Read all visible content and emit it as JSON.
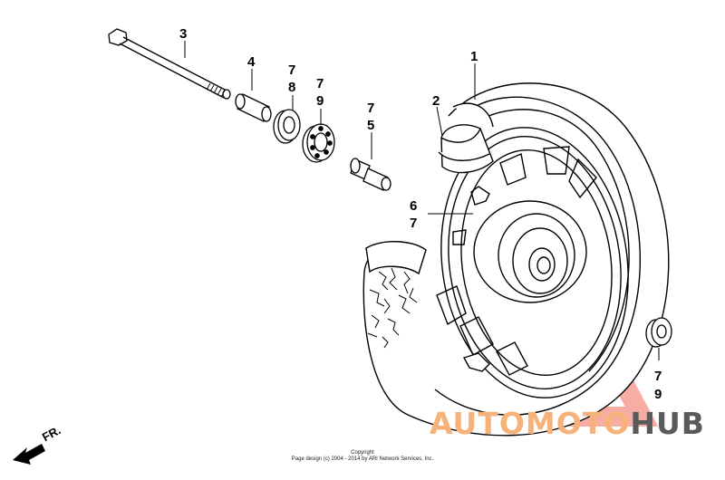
{
  "diagram": {
    "callouts": [
      {
        "id": "c1",
        "text": "1"
      },
      {
        "id": "c2",
        "text": "2"
      },
      {
        "id": "c3",
        "text": "3"
      },
      {
        "id": "c4",
        "text": "4"
      },
      {
        "id": "c5a",
        "text": "7"
      },
      {
        "id": "c5b",
        "text": "8"
      },
      {
        "id": "c6a",
        "text": "7"
      },
      {
        "id": "c6b",
        "text": "9"
      },
      {
        "id": "c7a",
        "text": "7"
      },
      {
        "id": "c7b",
        "text": "5"
      },
      {
        "id": "c8a",
        "text": "6"
      },
      {
        "id": "c8b",
        "text": "7"
      },
      {
        "id": "c9a",
        "text": "7"
      },
      {
        "id": "c9b",
        "text": "9"
      }
    ],
    "front_label": "FR.",
    "copyright_title": "Copyright",
    "copyright_body": "Page design (c) 2004 - 2014 by ARI Network Services, Inc."
  },
  "watermark": {
    "part1": "AUTO",
    "part2": "MOTO",
    "part3": "HUB",
    "accent_color": "#f26b5b",
    "orange_color": "#f7b27a",
    "gray_color": "#5a5a5a"
  }
}
